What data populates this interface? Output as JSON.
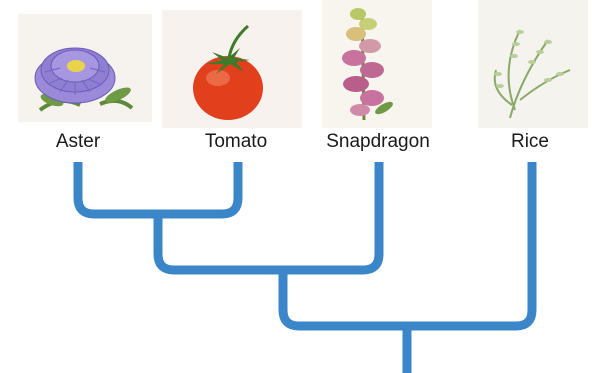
{
  "taxa": [
    {
      "label": "Aster",
      "illustration": "aster-flower",
      "color": "#8e7fd6"
    },
    {
      "label": "Tomato",
      "illustration": "tomato-fruit",
      "color": "#e2401c"
    },
    {
      "label": "Snapdragon",
      "illustration": "snapdragon-flower",
      "color": "#c9729e"
    },
    {
      "label": "Rice",
      "illustration": "rice-plant",
      "color": "#a9c98a"
    }
  ],
  "branch_color": "#3a86c8"
}
